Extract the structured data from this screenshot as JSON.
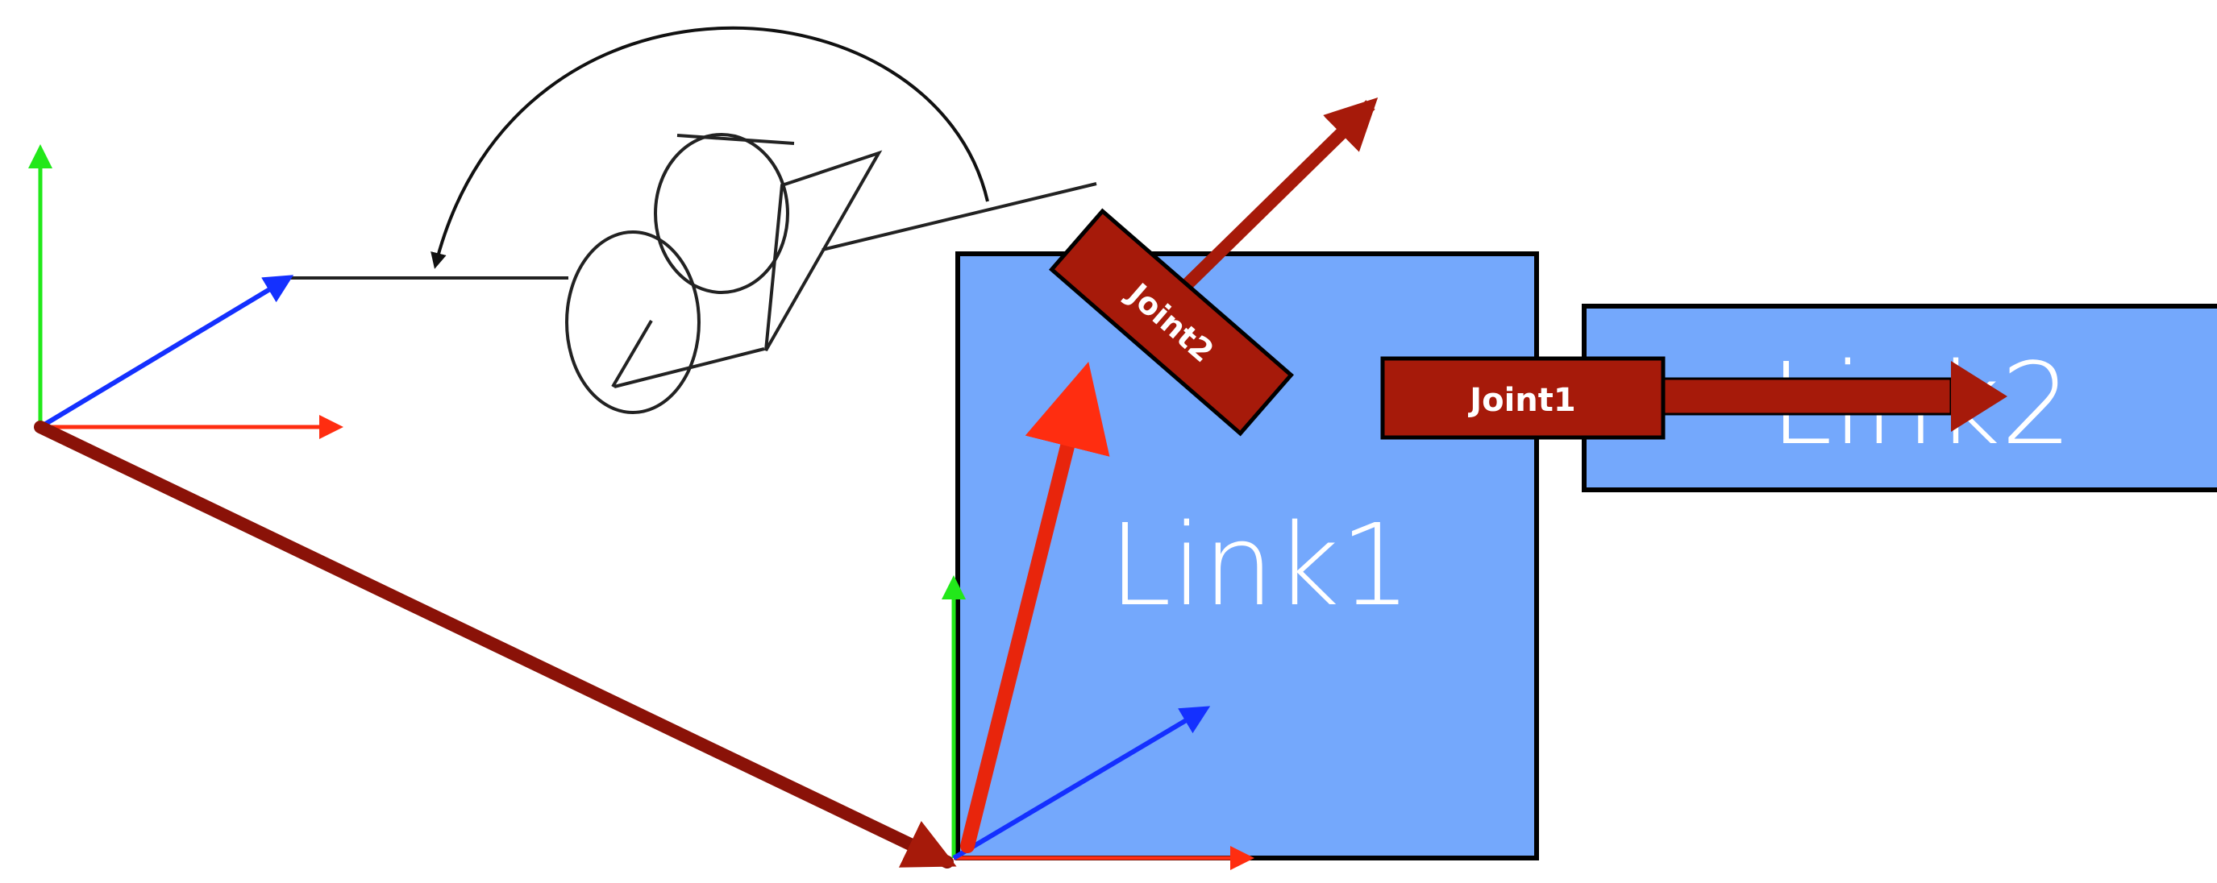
{
  "links": [
    {
      "id": "link1",
      "label": "Link1"
    },
    {
      "id": "link2",
      "label": "Link2"
    }
  ],
  "joints": [
    {
      "id": "joint1",
      "label": "Joint1"
    },
    {
      "id": "joint2",
      "label": "Joint2"
    }
  ],
  "colors": {
    "link_fill": "#74a8fc",
    "joint_fill": "#a61a0a",
    "x_axis": "#ff2d10",
    "y_axis": "#22e81a",
    "z_axis": "#1430ff",
    "offset_arrow": "#8a1208",
    "outline": "#000000",
    "sketch_line": "#222222"
  },
  "icons": {
    "revolute_joint": "revolute-joint-sketch-icon",
    "rotation_direction": "curved-arrow-icon"
  }
}
